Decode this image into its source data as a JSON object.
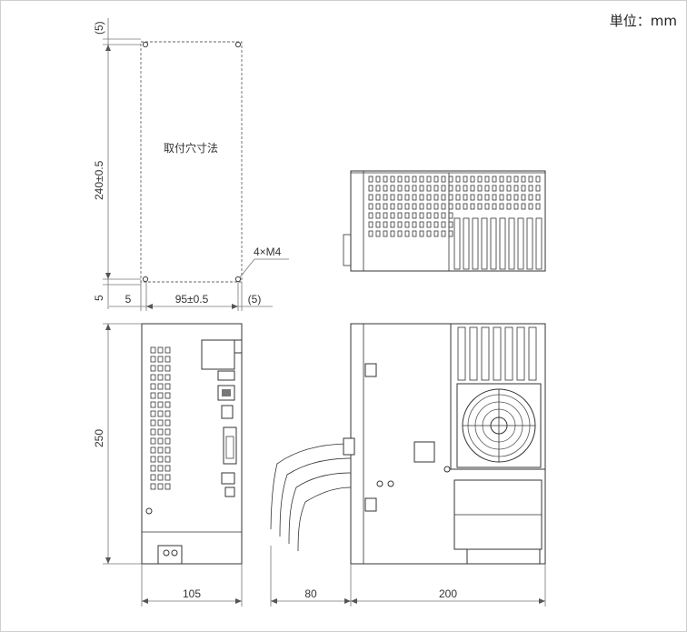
{
  "unit_label": "単位：mm",
  "cutout": {
    "label": "取付穴寸法",
    "height_dim": "240±0.5",
    "top_margin": "(5)",
    "bottom_margin": "5",
    "left_margin": "5",
    "width_dim": "95±0.5",
    "right_margin": "(5)",
    "holes_label": "4×M4"
  },
  "front_view": {
    "width_dim": "105",
    "height_dim": "250"
  },
  "side_view": {
    "cable_dim": "80",
    "depth_dim": "200"
  }
}
